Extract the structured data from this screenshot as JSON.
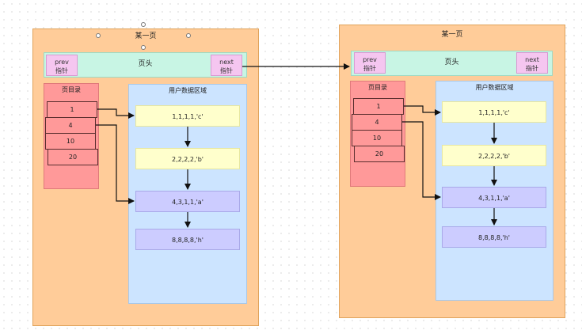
{
  "pages": [
    {
      "title": "某一页",
      "header": {
        "label": "页头",
        "prev": [
          "prev",
          "指针"
        ],
        "next": [
          "next",
          "指针"
        ]
      },
      "directory": {
        "title": "页目录",
        "slots": [
          "1",
          "4",
          "10",
          "20"
        ]
      },
      "user_data": {
        "title": "用户数据区域",
        "records": [
          "1,1,1,1,'c'",
          "2,2,2,2,'b'",
          "4,3,1,1,'a'",
          "8,8,8,8,'h'"
        ]
      }
    },
    {
      "title": "某一页",
      "header": {
        "label": "页头",
        "prev": [
          "prev",
          "指针"
        ],
        "next": [
          "next",
          "指针"
        ]
      },
      "directory": {
        "title": "页目录",
        "slots": [
          "1",
          "4",
          "10",
          "20"
        ]
      },
      "user_data": {
        "title": "用户数据区域",
        "records": [
          "1,1,1,1,'c'",
          "2,2,2,2,'b'",
          "4,3,1,1,'a'",
          "8,8,8,8,'h'"
        ]
      }
    }
  ],
  "colors": {
    "page": "#ffcc99",
    "header": "#c8f5e4",
    "pointer": "#f5c6f0",
    "directory": "#ff9999",
    "user_data": "#cce4ff",
    "record_yellow": "#ffffcc",
    "record_purple": "#ccccff"
  }
}
